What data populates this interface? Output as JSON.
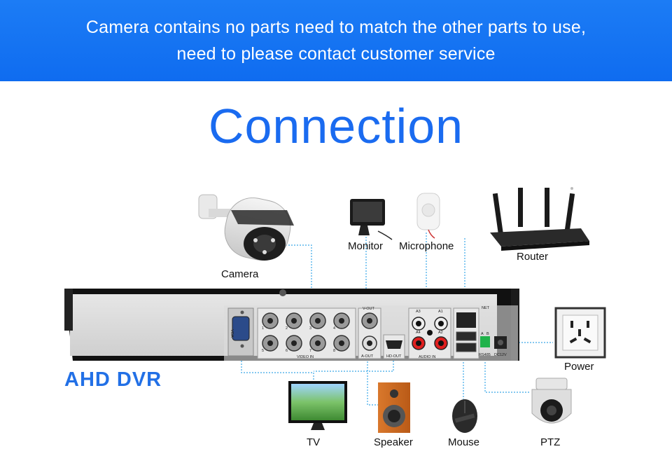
{
  "banner": {
    "line1": "Camera contains no parts need to match the other parts to use,",
    "line2": "need to please contact customer service"
  },
  "title": "Connection",
  "dvr": {
    "label": "AHD DVR",
    "port_labels": {
      "vga": "VGA",
      "video_in": "VIDEO IN",
      "v_out": "V-OUT",
      "a_out": "A-OUT",
      "hd_out": "HD-OUT",
      "audio_in": "AUDIO IN",
      "a3": "A3",
      "a1": "A1",
      "a4": "A4",
      "a2": "A2",
      "net": "NET",
      "rs485": "RS485",
      "dc12v": "DC12V",
      "a": "A",
      "b": "B",
      "ch": [
        "1",
        "2",
        "3",
        "4",
        "5",
        "6",
        "7",
        "8"
      ]
    }
  },
  "devices": {
    "camera": "Camera",
    "monitor": "Monitor",
    "microphone": "Microphone",
    "router": "Router",
    "power": "Power",
    "tv": "TV",
    "speaker": "Speaker",
    "mouse": "Mouse",
    "ptz": "PTZ"
  },
  "colors": {
    "banner": "#1273f2",
    "title": "#1a6bf0",
    "dvr_label": "#2270e6",
    "connector": "#3aa8e8"
  }
}
